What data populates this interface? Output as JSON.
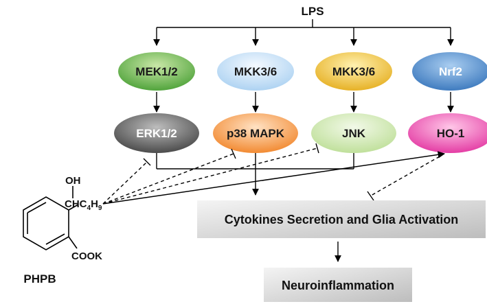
{
  "top_stimulus": "LPS",
  "row1": [
    {
      "label": "MEK1/2",
      "text_color": "#1a1a1a",
      "fill_light": "#c9e7a7",
      "fill_dark": "#3f9a2c"
    },
    {
      "label": "MKK3/6",
      "text_color": "#1a1a1a",
      "fill_light": "#f4f9ff",
      "fill_dark": "#a3cdf0"
    },
    {
      "label": "MKK3/6",
      "text_color": "#1a1a1a",
      "fill_light": "#fff1b0",
      "fill_dark": "#e3a812"
    },
    {
      "label": "Nrf2",
      "text_color": "#ffffff",
      "fill_light": "#a9cdf0",
      "fill_dark": "#2f6fb8"
    }
  ],
  "row2": [
    {
      "label": "ERK1/2",
      "text_color": "#ffffff",
      "fill_light": "#bdbdbd",
      "fill_dark": "#3a3a3a"
    },
    {
      "label": "p38 MAPK",
      "text_color": "#1a1a1a",
      "fill_light": "#ffe2c4",
      "fill_dark": "#f07d1c"
    },
    {
      "label": "JNK",
      "text_color": "#1a1a1a",
      "fill_light": "#f2f9e8",
      "fill_dark": "#b8dc8f"
    },
    {
      "label": "HO-1",
      "text_color": "#1a1a1a",
      "fill_light": "#ffc7e8",
      "fill_dark": "#e0289a"
    }
  ],
  "outcome_box": "Cytokines Secretion and Glia Activation",
  "final_box": "Neuroinflammation",
  "compound": {
    "name": "PHPB",
    "hydroxyl": "OH",
    "side_chain_prefix": "CHC",
    "side_chain_sub1": "4",
    "side_chain_mid": "H",
    "side_chain_sub2": "9",
    "carboxylate": "COOK"
  },
  "colors": {
    "line": "#000000",
    "box_light": "#f2f2f2",
    "box_dark": "#bdbdbd"
  }
}
